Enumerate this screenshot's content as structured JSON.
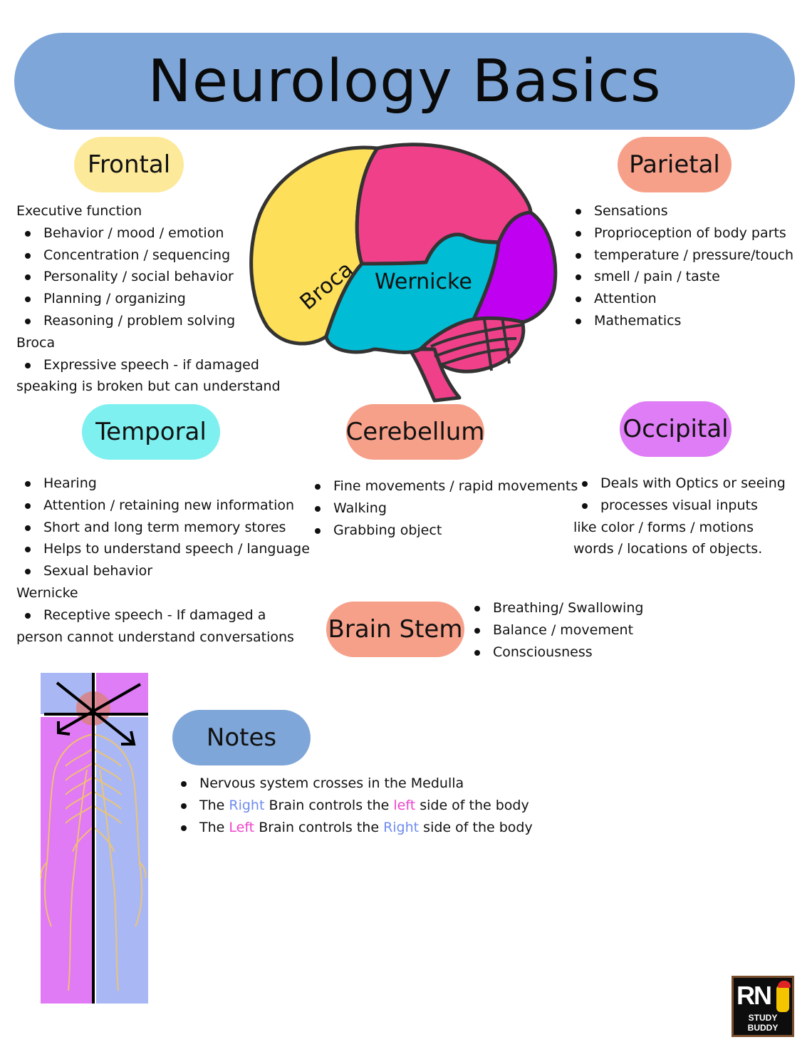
{
  "title": "Neurology Basics",
  "brain_labels": {
    "broca": "Broca",
    "wernicke": "Wernicke"
  },
  "frontal": {
    "heading": "Frontal",
    "intro": "Executive function",
    "items": [
      "Behavior / mood / emotion",
      "Concentration / sequencing",
      "Personality / social behavior",
      "Planning / organizing",
      "Reasoning / problem solving"
    ],
    "sub_heading": "Broca",
    "sub_item": "Expressive speech - if damaged",
    "sub_tail": "speaking is broken but can understand"
  },
  "parietal": {
    "heading": "Parietal",
    "items": [
      "Sensations",
      "Proprioception of body parts",
      "temperature / pressure/touch",
      "smell / pain / taste",
      "Attention",
      "Mathematics"
    ]
  },
  "temporal": {
    "heading": "Temporal",
    "items": [
      "Hearing",
      "Attention / retaining new information",
      "Short and long term memory stores",
      "Helps to understand speech / language",
      "Sexual behavior"
    ],
    "sub_heading": "Wernicke",
    "sub_item": "Receptive speech - If damaged a",
    "sub_tail": "person cannot understand conversations"
  },
  "cerebellum": {
    "heading": "Cerebellum",
    "items": [
      "Fine movements / rapid movements",
      "Walking",
      "Grabbing object"
    ]
  },
  "occipital": {
    "heading": "Occipital",
    "items": [
      "Deals with Optics or seeing",
      "processes visual inputs"
    ],
    "tail": [
      "like color / forms / motions",
      "words / locations of objects."
    ]
  },
  "brain_stem": {
    "heading": "Brain Stem",
    "items": [
      "Breathing/ Swallowing",
      "Balance / movement",
      "Consciousness"
    ]
  },
  "notes": {
    "heading": "Notes",
    "item1": "Nervous system crosses  in the Medulla",
    "the": "The",
    "right": "Right",
    "left": "Left",
    "left_lower": "left",
    "brain_controls_the": "Brain controls the",
    "side_of_body": "side of the body"
  },
  "logo": {
    "rn": "RN",
    "subtitle": "STUDY BUDDY"
  },
  "colors": {
    "banner": "#7ea6d8",
    "frontal": "#fde99a",
    "parietal": "#f6a08a",
    "temporal": "#7ff0f0",
    "cerebellum": "#f6a08a",
    "occipital": "#de7df5",
    "brain_stem": "#f6a08a",
    "notes": "#7ea6d8",
    "brain_frontal": "#fddf5a",
    "brain_parietal": "#f0408a",
    "brain_temporal": "#00bcd4",
    "brain_occipital": "#c000f0",
    "right_highlight": "#6f8cf0",
    "left_highlight": "#ee44cc"
  }
}
